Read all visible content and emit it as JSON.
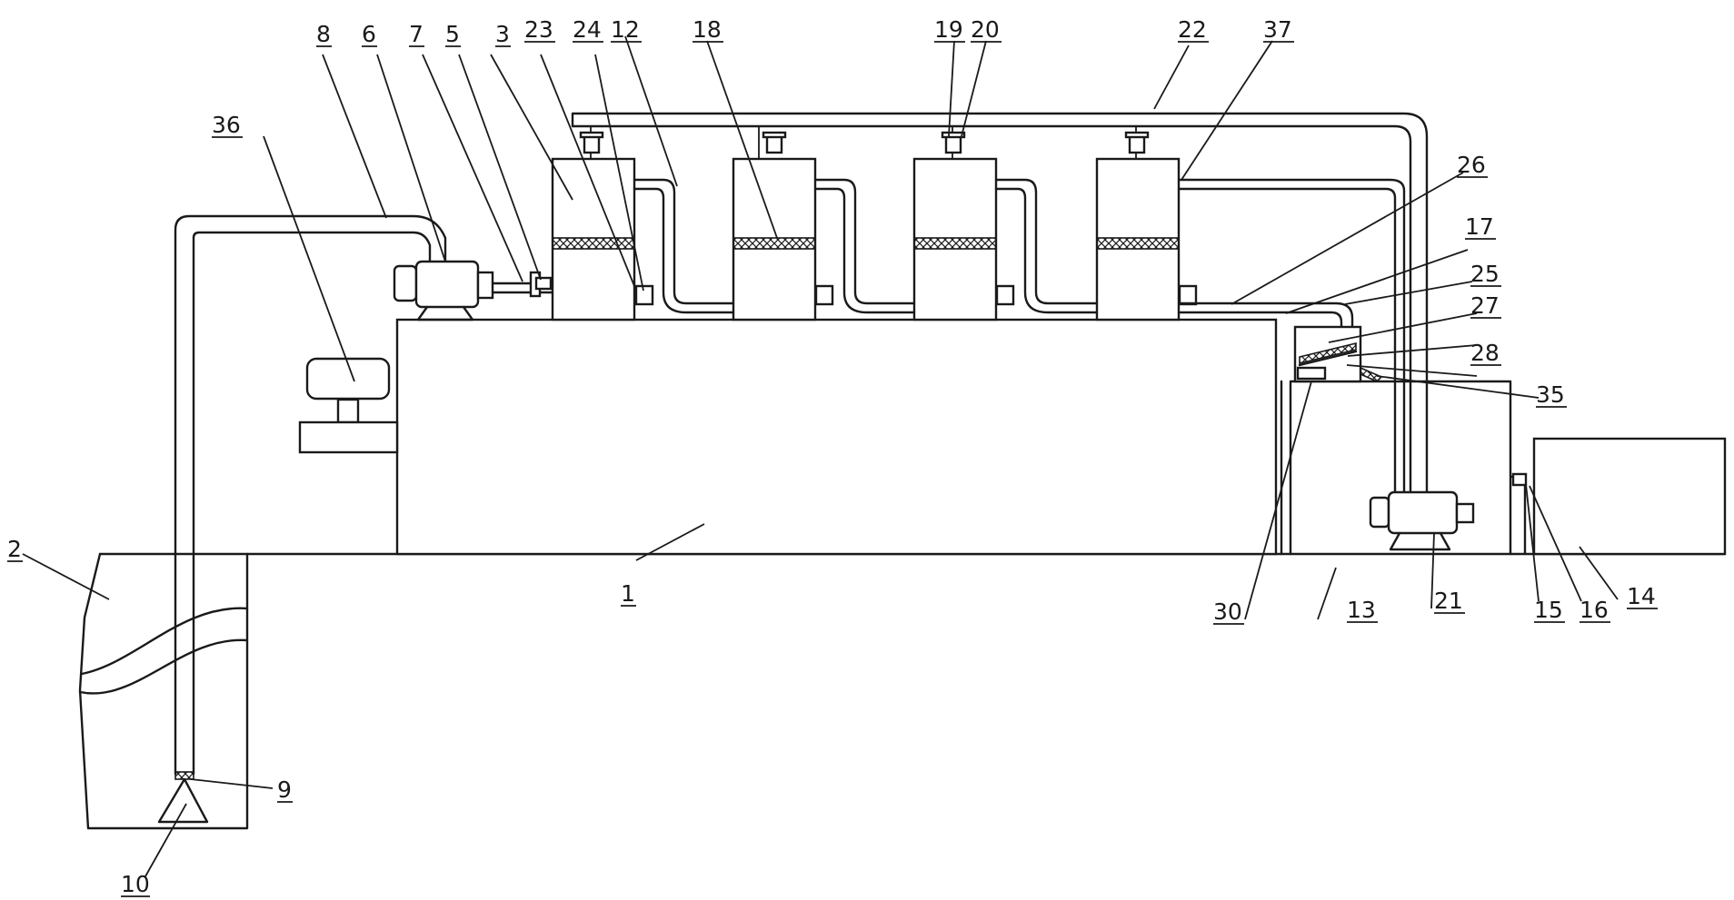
{
  "labels": [
    {
      "key": "l1",
      "text": "1"
    },
    {
      "key": "l2",
      "text": "2"
    },
    {
      "key": "l3",
      "text": "3"
    },
    {
      "key": "l5",
      "text": "5"
    },
    {
      "key": "l6",
      "text": "6"
    },
    {
      "key": "l7",
      "text": "7"
    },
    {
      "key": "l8",
      "text": "8"
    },
    {
      "key": "l9",
      "text": "9"
    },
    {
      "key": "l10",
      "text": "10"
    },
    {
      "key": "l12",
      "text": "12"
    },
    {
      "key": "l13",
      "text": "13"
    },
    {
      "key": "l14",
      "text": "14"
    },
    {
      "key": "l15",
      "text": "15"
    },
    {
      "key": "l16",
      "text": "16"
    },
    {
      "key": "l17",
      "text": "17"
    },
    {
      "key": "l18",
      "text": "18"
    },
    {
      "key": "l19",
      "text": "19"
    },
    {
      "key": "l20",
      "text": "20"
    },
    {
      "key": "l21",
      "text": "21"
    },
    {
      "key": "l22",
      "text": "22"
    },
    {
      "key": "l23",
      "text": "23"
    },
    {
      "key": "l24",
      "text": "24"
    },
    {
      "key": "l25",
      "text": "25"
    },
    {
      "key": "l26",
      "text": "26"
    },
    {
      "key": "l27",
      "text": "27"
    },
    {
      "key": "l28",
      "text": "28"
    },
    {
      "key": "l30",
      "text": "30"
    },
    {
      "key": "l35",
      "text": "35"
    },
    {
      "key": "l36",
      "text": "36"
    },
    {
      "key": "l37",
      "text": "37"
    }
  ]
}
